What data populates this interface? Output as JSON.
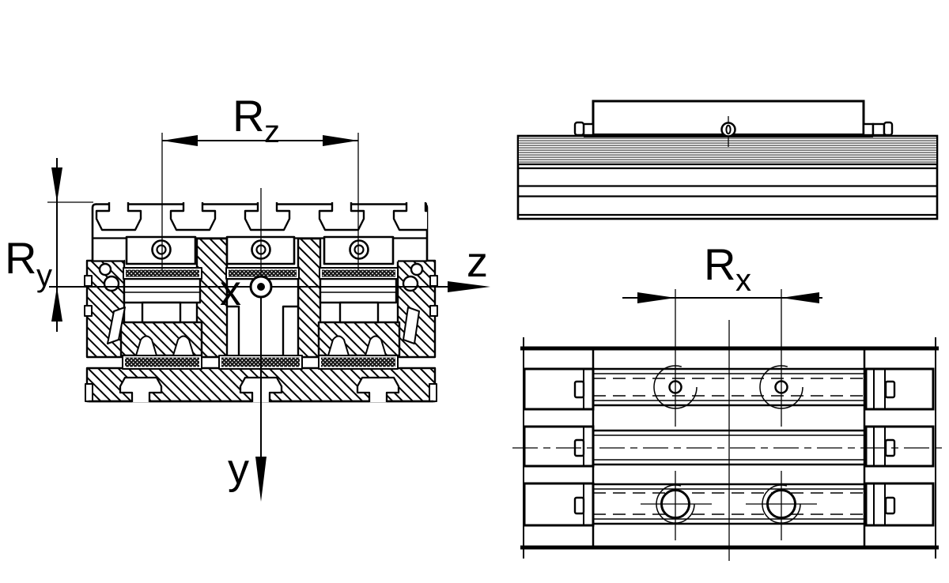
{
  "colors": {
    "ink": "#000000",
    "paper": "#ffffff"
  },
  "labels": {
    "rz": {
      "main": "R",
      "sub": "z"
    },
    "ry": {
      "main": "R",
      "sub": "y"
    },
    "rx": {
      "main": "R",
      "sub": "x"
    },
    "axis_x": "x",
    "axis_y": "y",
    "axis_z": "z"
  }
}
